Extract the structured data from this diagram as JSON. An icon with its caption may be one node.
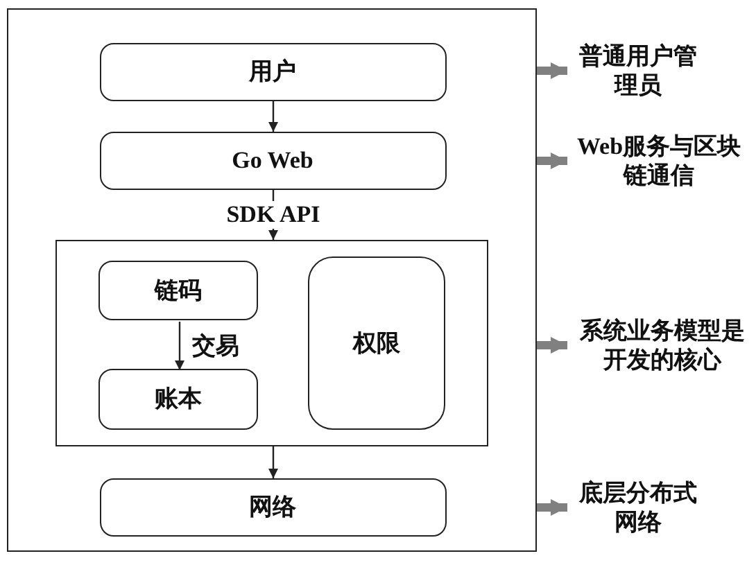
{
  "diagram": {
    "nodes": [
      {
        "text": [],
        "shape": "box"
      },
      {
        "text": [
          "用户"
        ],
        "in": 0
      },
      {
        "text": [
          "Go Web"
        ],
        "in": 0
      },
      {
        "text": [],
        "shape": "box",
        "in": 0
      },
      {
        "text": [
          "链码"
        ],
        "in": 3
      },
      {
        "text": [
          "账本"
        ],
        "in": 3
      },
      {
        "text": [
          "权限"
        ],
        "in": 3
      },
      {
        "text": [
          "网络"
        ],
        "in": 0
      },
      {
        "text": [
          "普通用户管理员"
        ]
      },
      {
        "text": [
          "Web服务与区块链通信"
        ]
      },
      {
        "text": [
          "系统业务模型是开发的核心"
        ]
      },
      {
        "text": [
          "底层分布式网络"
        ]
      }
    ],
    "edges": [
      {
        "from": 1,
        "to": 2,
        "arrow": "to"
      },
      {
        "from": 2,
        "to": 3,
        "arrow": "to",
        "label": "SDK API"
      },
      {
        "from": 4,
        "to": 5,
        "arrow": "to",
        "label": "交易"
      },
      {
        "from": 3,
        "to": 7,
        "arrow": "to"
      },
      {
        "from": 0,
        "to": 8,
        "arrow": "to",
        "style": "thick",
        "color": "#808080"
      },
      {
        "from": 0,
        "to": 9,
        "arrow": "to",
        "style": "thick",
        "color": "#808080"
      },
      {
        "from": 0,
        "to": 10,
        "arrow": "to",
        "style": "thick",
        "color": "#808080"
      },
      {
        "from": 0,
        "to": 11,
        "arrow": "to",
        "style": "thick",
        "color": "#808080"
      }
    ]
  }
}
